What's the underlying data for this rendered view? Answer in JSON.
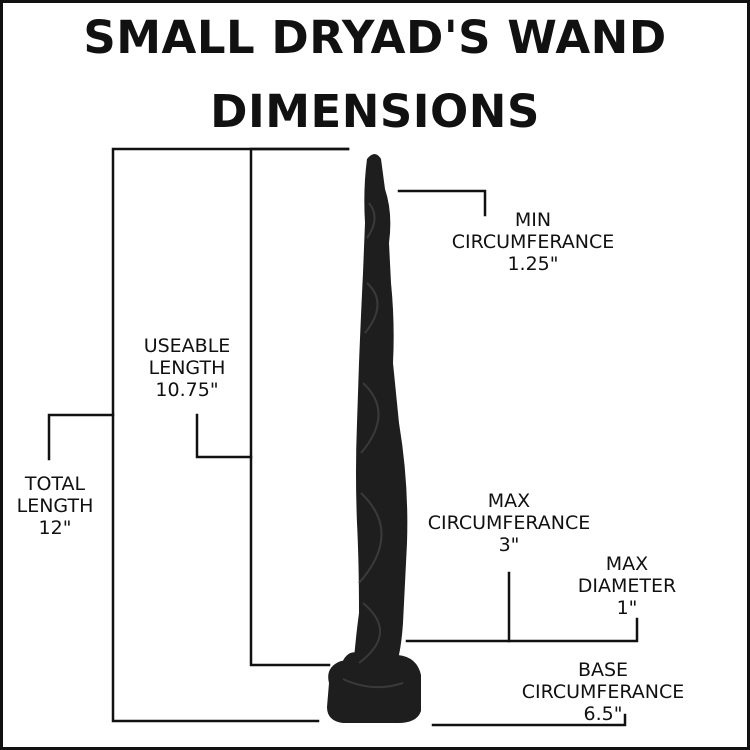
{
  "title": {
    "line1": "SMALL DRYAD'S WAND",
    "line2": "DIMENSIONS"
  },
  "labels": {
    "min_circumference": {
      "line1": "MIN",
      "line2": "CIRCUMFERANCE",
      "value": "1.25\""
    },
    "useable_length": {
      "line1": "USEABLE",
      "line2": "LENGTH",
      "value": "10.75\""
    },
    "total_length": {
      "line1": "TOTAL",
      "line2": "LENGTH",
      "value": "12\""
    },
    "max_circumference": {
      "line1": "MAX",
      "line2": "CIRCUMFERANCE",
      "value": "3\""
    },
    "max_diameter": {
      "line1": "MAX",
      "line2": "DIAMETER",
      "value": "1\""
    },
    "base_circumference": {
      "line1": "BASE",
      "line2": "CIRCUMFERANCE",
      "value": "6.5\""
    }
  },
  "colors": {
    "line": "#111111",
    "product": "#1e1e1e",
    "background": "#ffffff"
  }
}
